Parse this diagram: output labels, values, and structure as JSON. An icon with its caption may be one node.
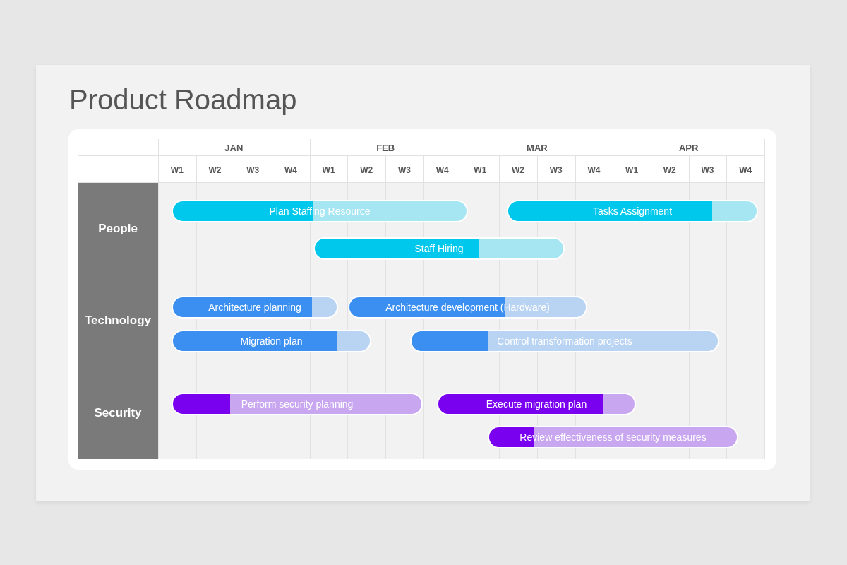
{
  "diagram": {
    "title": "Product Roadmap",
    "nodes": [
      {
        "text": [
          "People"
        ]
      },
      {
        "text": [
          "Plan Staffing Resource"
        ]
      },
      {
        "text": [
          "Tasks Assignment"
        ]
      },
      {
        "text": [
          "Staff Hiring"
        ]
      },
      {
        "text": [
          "Technology"
        ]
      },
      {
        "text": [
          "Architecture planning"
        ]
      },
      {
        "text": [
          "Architecture development (Hardware)"
        ]
      },
      {
        "text": [
          "Migration plan"
        ]
      },
      {
        "text": [
          "Control transformation projects"
        ]
      },
      {
        "text": [
          "Security"
        ]
      },
      {
        "text": [
          "Perform security planning"
        ]
      },
      {
        "text": [
          "Execute migration plan"
        ]
      },
      {
        "text": [
          "Review effectiveness of security measures"
        ]
      }
    ],
    "labels": [
      "JAN",
      "FEB",
      "MAR",
      "APR",
      "W1",
      "W2",
      "W3",
      "W4",
      "W1",
      "W2",
      "W3",
      "W4",
      "W1",
      "W2",
      "W3",
      "W4",
      "W1",
      "W2",
      "W3",
      "W4"
    ]
  }
}
